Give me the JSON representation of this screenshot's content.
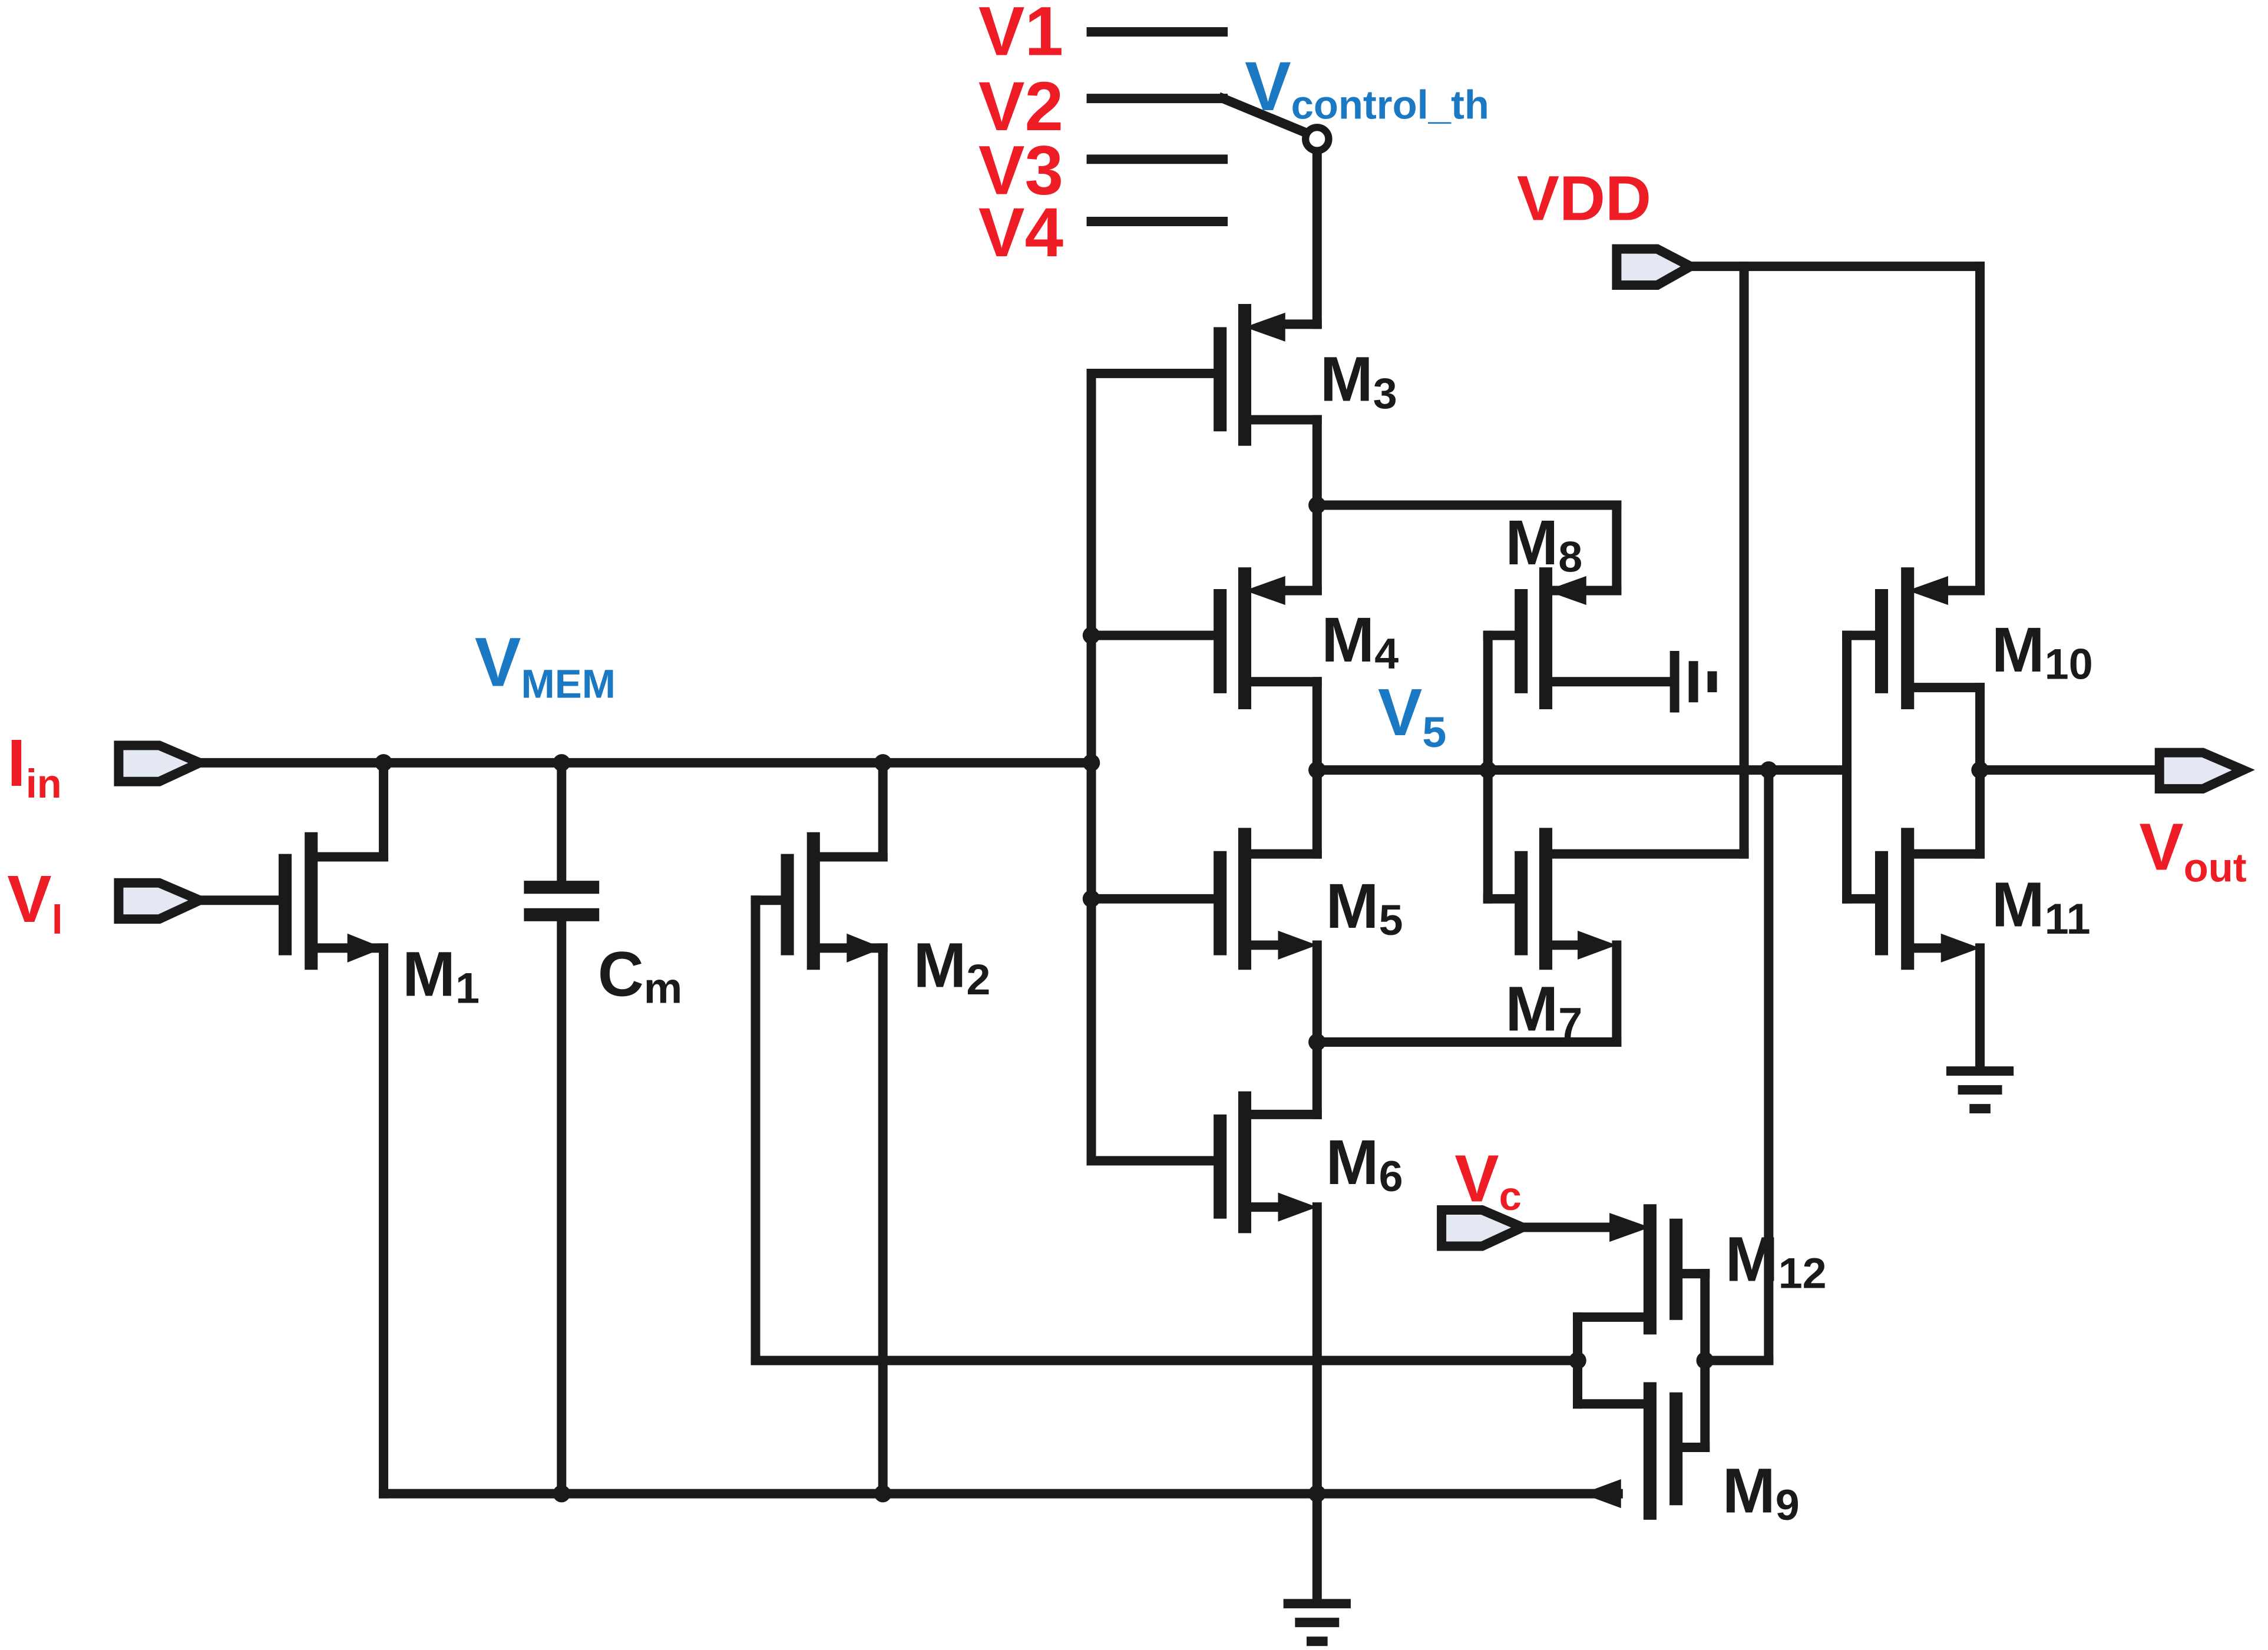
{
  "colors": {
    "red": "#ee1c24",
    "blue": "#1b78c2",
    "wire": "#1a1a1a"
  },
  "supplies": {
    "v1": "V1",
    "v2": "V2",
    "v3": "V3",
    "v4": "V4",
    "vdd": "VDD"
  },
  "control": {
    "base": "V",
    "sub": "control_th"
  },
  "inputs": {
    "iin": {
      "base": "I",
      "sub": "in"
    },
    "vl": {
      "base": "V",
      "sub": "l"
    },
    "vc": {
      "base": "V",
      "sub": "c"
    }
  },
  "output": {
    "base": "V",
    "sub": "out"
  },
  "nodes": {
    "vmem": {
      "base": "V",
      "sub": "MEM"
    },
    "v5": {
      "base": "V",
      "sub": "5"
    }
  },
  "capacitor": {
    "base": "C",
    "sub": "m"
  },
  "transistors": [
    {
      "id": "m1",
      "base": "M",
      "sub": "1"
    },
    {
      "id": "m2",
      "base": "M",
      "sub": "2"
    },
    {
      "id": "m3",
      "base": "M",
      "sub": "3"
    },
    {
      "id": "m4",
      "base": "M",
      "sub": "4"
    },
    {
      "id": "m5",
      "base": "M",
      "sub": "5"
    },
    {
      "id": "m6",
      "base": "M",
      "sub": "6"
    },
    {
      "id": "m7",
      "base": "M",
      "sub": "7"
    },
    {
      "id": "m8",
      "base": "M",
      "sub": "8"
    },
    {
      "id": "m9",
      "base": "M",
      "sub": "9"
    },
    {
      "id": "m10",
      "base": "M",
      "sub": "10"
    },
    {
      "id": "m11",
      "base": "M",
      "sub": "11"
    },
    {
      "id": "m12",
      "base": "M",
      "sub": "12"
    }
  ]
}
